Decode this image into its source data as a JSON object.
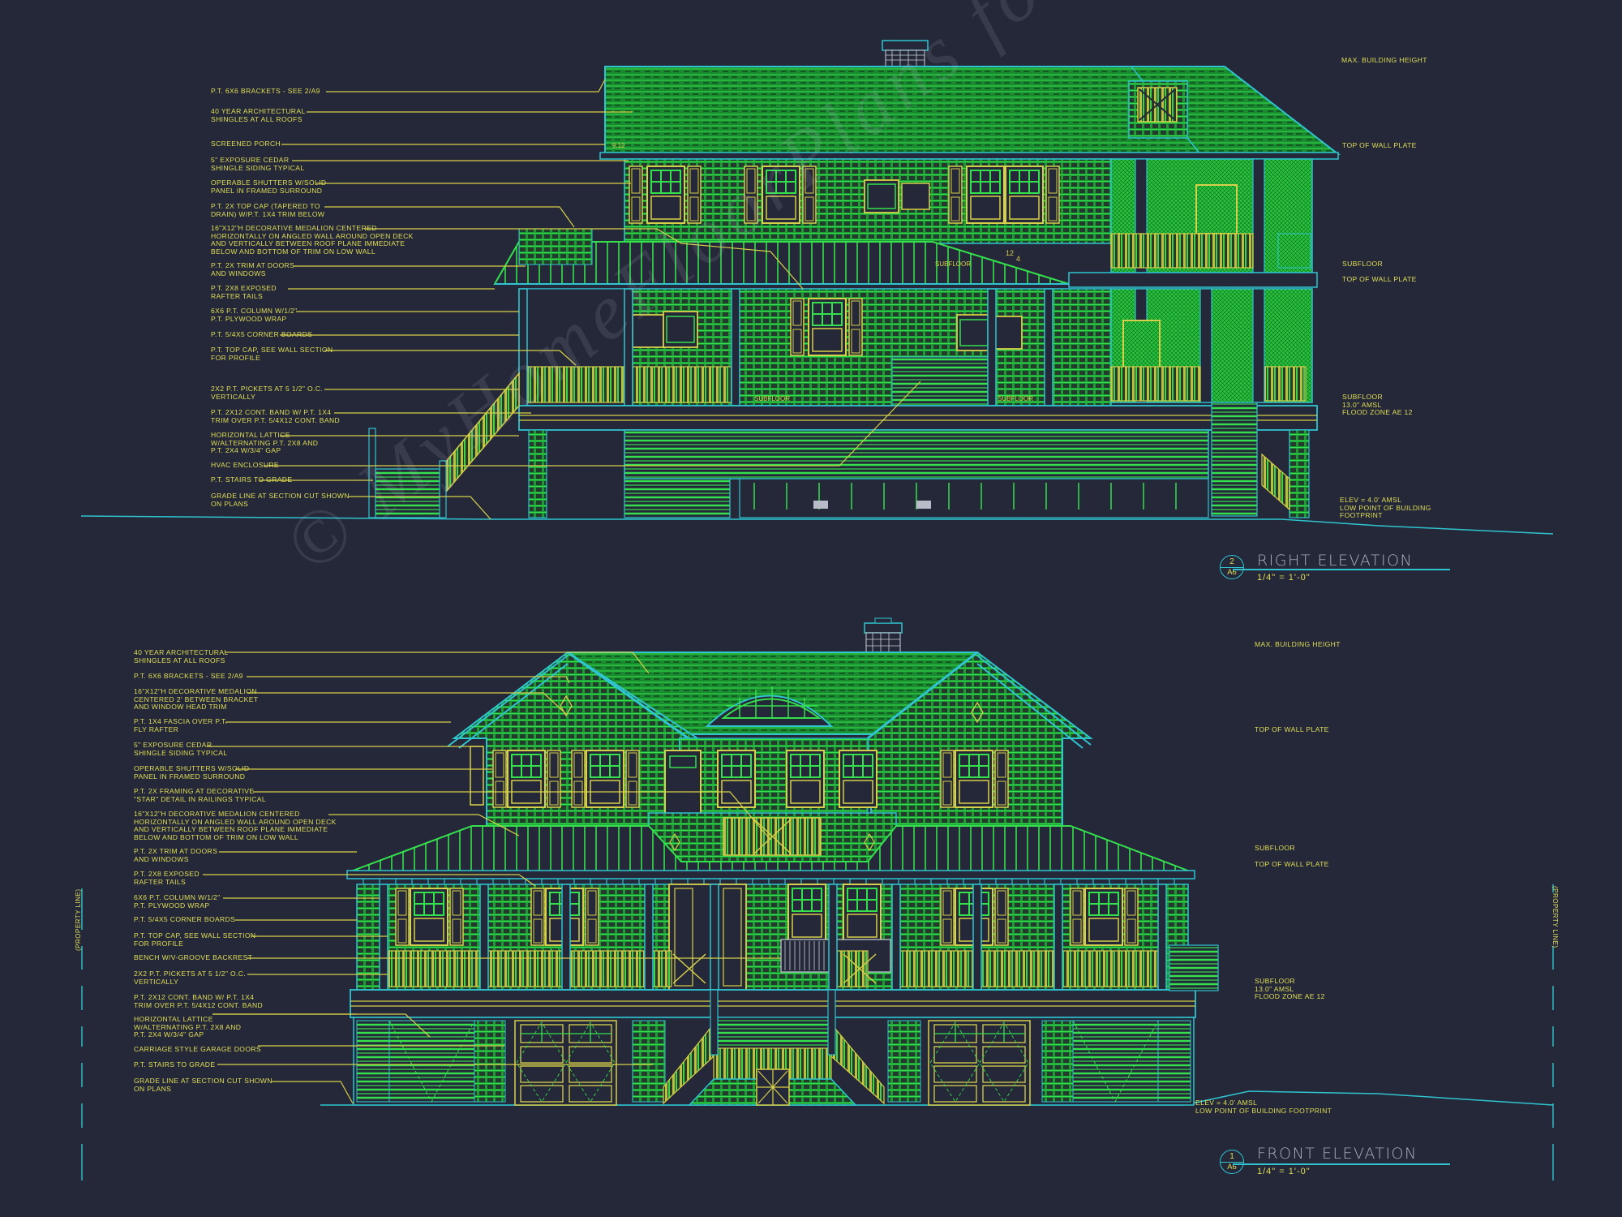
{
  "sheet": {
    "background": "#242838",
    "colors": {
      "annotation_yellow": "#e1df57",
      "outline_cyan": "#2fc4d0",
      "fill_green": "#1e9a36",
      "line_green": "#35e04d",
      "title_gray": "#a9adbd"
    },
    "watermark": "© MyHomeFloorPlans for Cost Estimates"
  },
  "right_elevation": {
    "title": "RIGHT ELEVATION",
    "scale": "1/4\" = 1'-0\"",
    "detail_number": "2",
    "sheet_number": "A6",
    "roof_pitch_main": "9:12",
    "roof_pitch_porch_rise": "12",
    "roof_pitch_porch_run": "4",
    "floor_labels": [
      "SUBFLOOR",
      "SUBFLOOR",
      "SUBFLOOR"
    ],
    "callouts": [
      "P.T. 6X6 BRACKETS - SEE 2/A9",
      "40 YEAR ARCHITECTURAL\nSHINGLES AT ALL ROOFS",
      "SCREENED PORCH",
      "5\" EXPOSURE CEDAR\nSHINGLE SIDING TYPICAL",
      "OPERABLE SHUTTERS W/SOLID\nPANEL IN FRAMED SURROUND",
      "P.T. 2X TOP CAP (TAPERED TO\nDRAIN) W/P.T. 1X4 TRIM BELOW",
      "16\"X12\"h DECORATIVE MEDALION CENTERED\nHORIZONTALLY ON ANGLED WALL AROUND OPEN DECK\nAND VERTICALLY BETWEEN ROOF PLANE IMMEDIATE\nBELOW AND BOTTOM OF TRIM ON LOW WALL",
      "P.T. 2X TRIM AT DOORS\nAND WINDOWS",
      "P.T. 2X8 EXPOSED\nRAFTER TAILS",
      "6X6 P.T. COLUMN W/1/2\"\nP.T. PLYWOOD WRAP",
      "P.T. 5/4X5 CORNER BOARDS",
      "P.T. TOP CAP, SEE WALL SECTION\nFOR PROFILE",
      "2X2 P.T. PICKETS AT 5 1/2\" O.C.\nVERTICALLY",
      "P.T. 2X12 CONT. BAND W/ P.T. 1X4\nTRIM OVER P.T. 5/4X12 CONT. BAND",
      "HORIZONTAL LATTICE\nW/ALTERNATING P.T. 2X8 AND\nP.T. 2X4 W/3/4\" GAP",
      "HVAC ENCLOSURE",
      "P.T. STAIRS TO GRADE",
      "GRADE LINE AT SECTION CUT SHOWN\nON PLANS"
    ],
    "levels": [
      "MAX. BUILDING HEIGHT",
      "TOP OF WALL PLATE",
      "SUBFLOOR",
      "TOP OF WALL PLATE",
      "SUBFLOOR\n13.0\" AMSL\nFLOOD ZONE AE 12",
      "ELEV = 4.0' AMSL\nLOW POINT OF BUILDING\nFOOTPRINT"
    ]
  },
  "front_elevation": {
    "title": "FRONT ELEVATION",
    "scale": "1/4\" = 1'-0\"",
    "detail_number": "1",
    "sheet_number": "A6",
    "property_line_left": "(PROPERTY LINE)",
    "property_line_right": "(PROPERTY LINE)",
    "callouts": [
      "40 YEAR ARCHITECTURAL\nSHINGLES AT ALL ROOFS",
      "P.T. 6X6 BRACKETS - SEE 2/A9",
      "16\"X12\"h DECORATIVE MEDALION\nCENTERED 2' BETWEEN BRACKET\nAND WINDOW HEAD TRIM",
      "P.T. 1X4 FASCIA OVER P.T.\nFLY RAFTER",
      "5\" EXPOSURE CEDAR\nSHINGLE SIDING TYPICAL",
      "OPERABLE SHUTTERS W/SOLID\nPANEL IN FRAMED SURROUND",
      "P.T. 2X FRAMING AT DECORATIVE\n\"STAR\" DETAIL IN RAILINGS TYPICAL",
      "16\"X12\"h DECORATIVE MEDALION CENTERED\nHORIZONTALLY ON ANGLED WALL AROUND OPEN DECK\nAND VERTICALLY BETWEEN ROOF PLANE IMMEDIATE\nBELOW AND BOTTOM OF TRIM ON LOW WALL",
      "P.T. 2X TRIM AT DOORS\nAND WINDOWS",
      "P.T. 2X8 EXPOSED\nRAFTER TAILS",
      "6X6 P.T. COLUMN W/1/2\"\nP.T. PLYWOOD WRAP",
      "P.T. 5/4X5 CORNER BOARDS",
      "P.T. TOP CAP, SEE WALL SECTION\nFOR PROFILE",
      "BENCH W/V-GROOVE BACKREST",
      "2X2 P.T. PICKETS AT 5 1/2\" O.C.\nVERTICALLY",
      "P.T. 2X12 CONT. BAND W/ P.T. 1X4\nTRIM OVER P.T. 5/4X12 CONT. BAND",
      "HORIZONTAL LATTICE\nW/ALTERNATING P.T. 2X8 AND\nP.T. 2X4 W/3/4\" GAP",
      "CARRIAGE STYLE GARAGE DOORS",
      "P.T. STAIRS TO GRADE",
      "GRADE LINE AT SECTION CUT SHOWN\nON PLANS"
    ],
    "levels": [
      "MAX. BUILDING HEIGHT",
      "TOP OF WALL PLATE",
      "SUBFLOOR",
      "TOP OF WALL PLATE",
      "SUBFLOOR\n13.0\" AMSL\nFLOOD ZONE AE 12",
      "ELEV = 4.0' AMSL\nLOW POINT OF BUILDING FOOTPRINT"
    ]
  }
}
